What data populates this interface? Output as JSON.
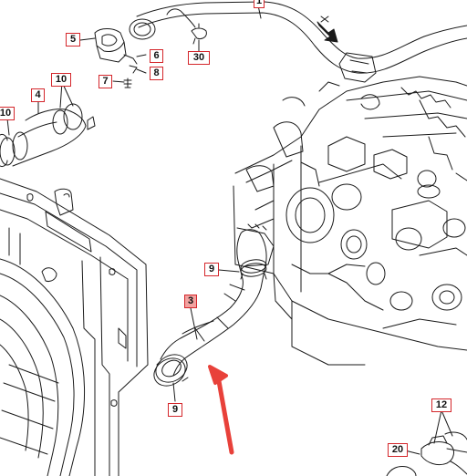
{
  "callouts": {
    "c1": "1",
    "c3": "3",
    "c4": "4",
    "c5": "5",
    "c6": "6",
    "c7": "7",
    "c8": "8",
    "c9a": "9",
    "c9b": "9",
    "c10a": "10",
    "c10b": "10",
    "c12": "12",
    "c20": "20",
    "c30": "30"
  },
  "colors": {
    "line": "#1a1a1a",
    "callout_border": "#d4262b",
    "callout_highlight": "#f2a2a0",
    "arrow": "#e8413a"
  },
  "icons": [
    "fan-grille",
    "engine-block",
    "hose",
    "hose-clamp",
    "flow-direction-arrow"
  ]
}
